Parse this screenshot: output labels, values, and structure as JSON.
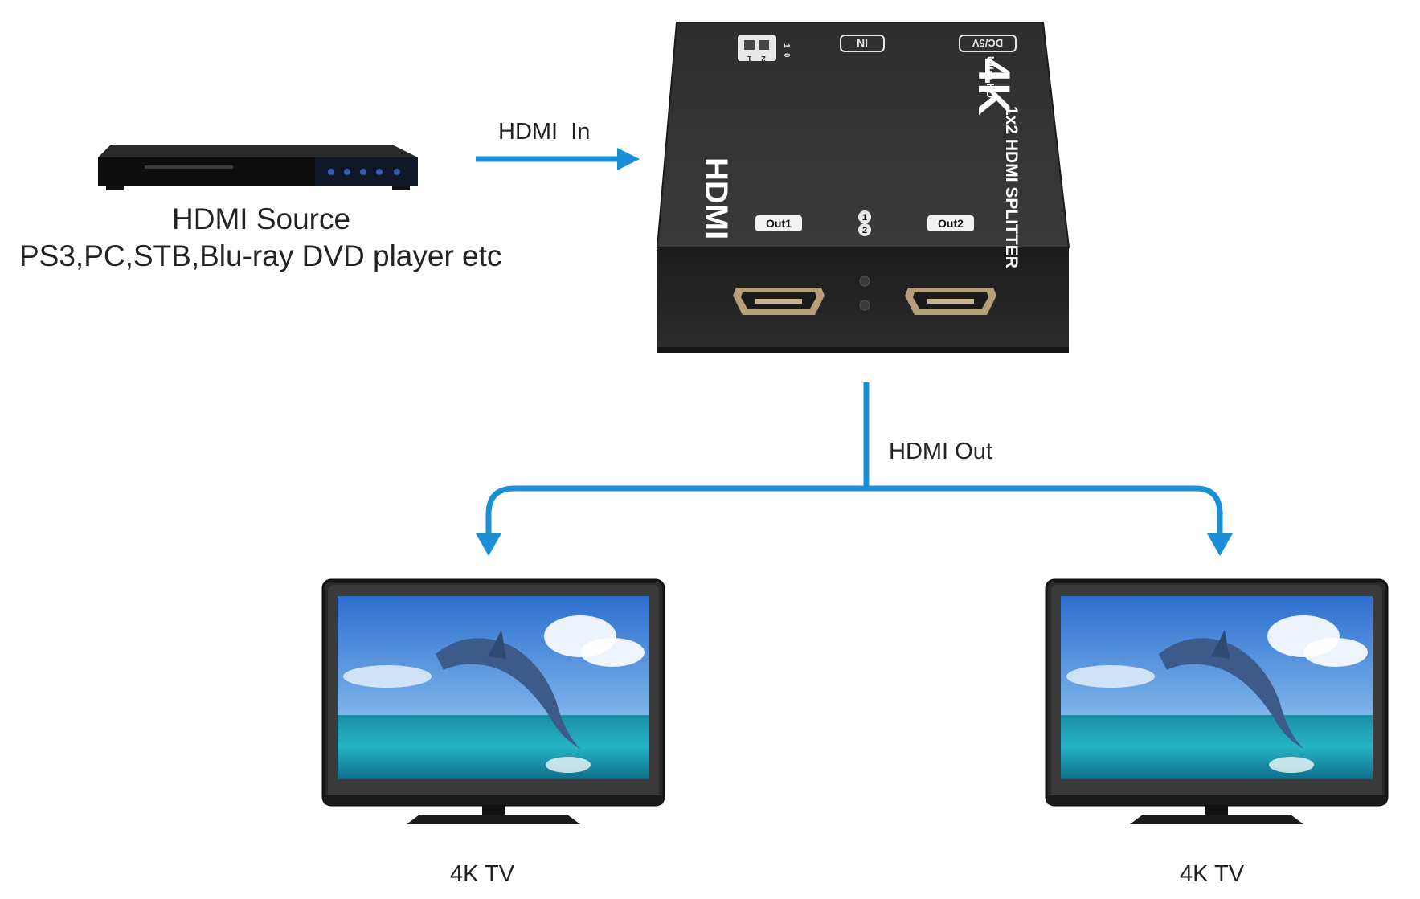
{
  "source": {
    "title": "HDMI Source",
    "subtitle": "PS3,PC,STB,Blu-ray DVD player etc"
  },
  "arrows": {
    "input_label": "HDMI  In",
    "output_label": "HDMI Out"
  },
  "splitter": {
    "brand_logo": "HDMI",
    "badge": "4K",
    "product_name": "1x2 HDMI SPLITTER",
    "ultra_hd": "Ultra HD",
    "port_in": "IN",
    "port_power": "DC/5V",
    "port_out1": "Out1",
    "port_out2": "Out2",
    "led_1": "1",
    "led_2": "2",
    "dip_1": "1",
    "dip_2": "2",
    "dip_on": "1",
    "dip_off": "0"
  },
  "displays": [
    {
      "label": "4K TV"
    },
    {
      "label": "4K TV"
    }
  ],
  "colors": {
    "arrow": "#1a8fd8",
    "device_body": "#2b2b2b",
    "text": "#222222"
  }
}
